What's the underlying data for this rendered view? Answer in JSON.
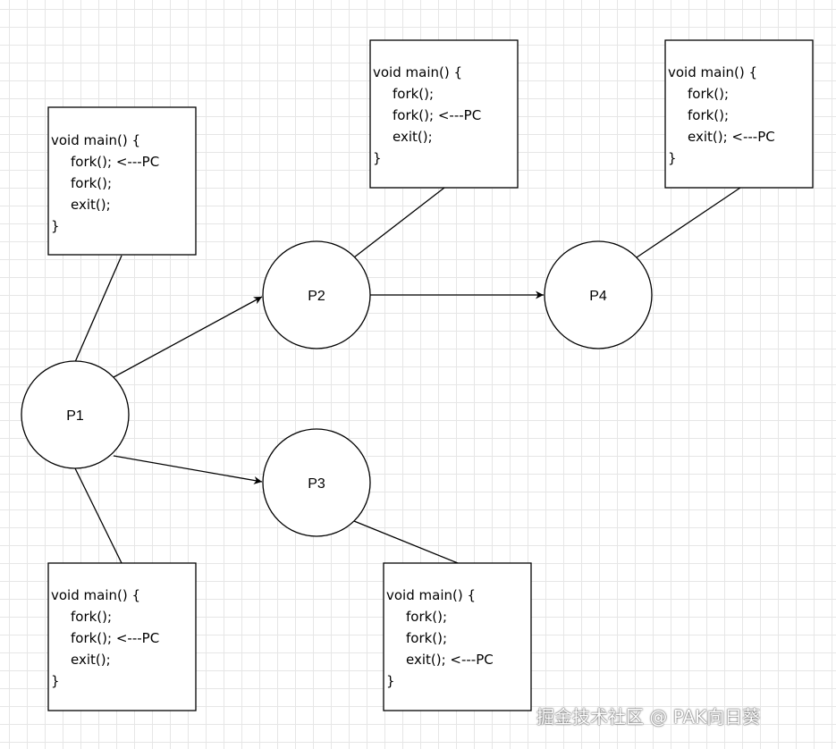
{
  "nodes": [
    {
      "id": "p1",
      "label": "P1"
    },
    {
      "id": "p2",
      "label": "P2"
    },
    {
      "id": "p3",
      "label": "P3"
    },
    {
      "id": "p4",
      "label": "P4"
    }
  ],
  "code_boxes": [
    {
      "id": "p1-top",
      "lines": [
        "void main() {",
        "fork();  <---PC",
        "fork();",
        "exit();",
        "}"
      ]
    },
    {
      "id": "p1-bottom",
      "lines": [
        "void main() {",
        "fork();",
        "fork();  <---PC",
        "exit();",
        "}"
      ]
    },
    {
      "id": "p2",
      "lines": [
        "void main() {",
        "fork();",
        "fork();  <---PC",
        "exit();",
        "}"
      ]
    },
    {
      "id": "p3",
      "lines": [
        "void main() {",
        "fork();",
        "fork();",
        "exit();  <---PC",
        "}"
      ]
    },
    {
      "id": "p4",
      "lines": [
        "void main() {",
        "fork();",
        "fork();",
        "exit();  <---PC",
        "}"
      ]
    }
  ],
  "edges": [
    {
      "from": "p1",
      "to": "p2",
      "arrow": true
    },
    {
      "from": "p1",
      "to": "p3",
      "arrow": true
    },
    {
      "from": "p2",
      "to": "p4",
      "arrow": true
    }
  ],
  "watermark": "掘金技术社区 @ PAK向日葵",
  "colors": {
    "stroke": "#000000",
    "grid": "#e6e6e6",
    "background": "#ffffff"
  }
}
